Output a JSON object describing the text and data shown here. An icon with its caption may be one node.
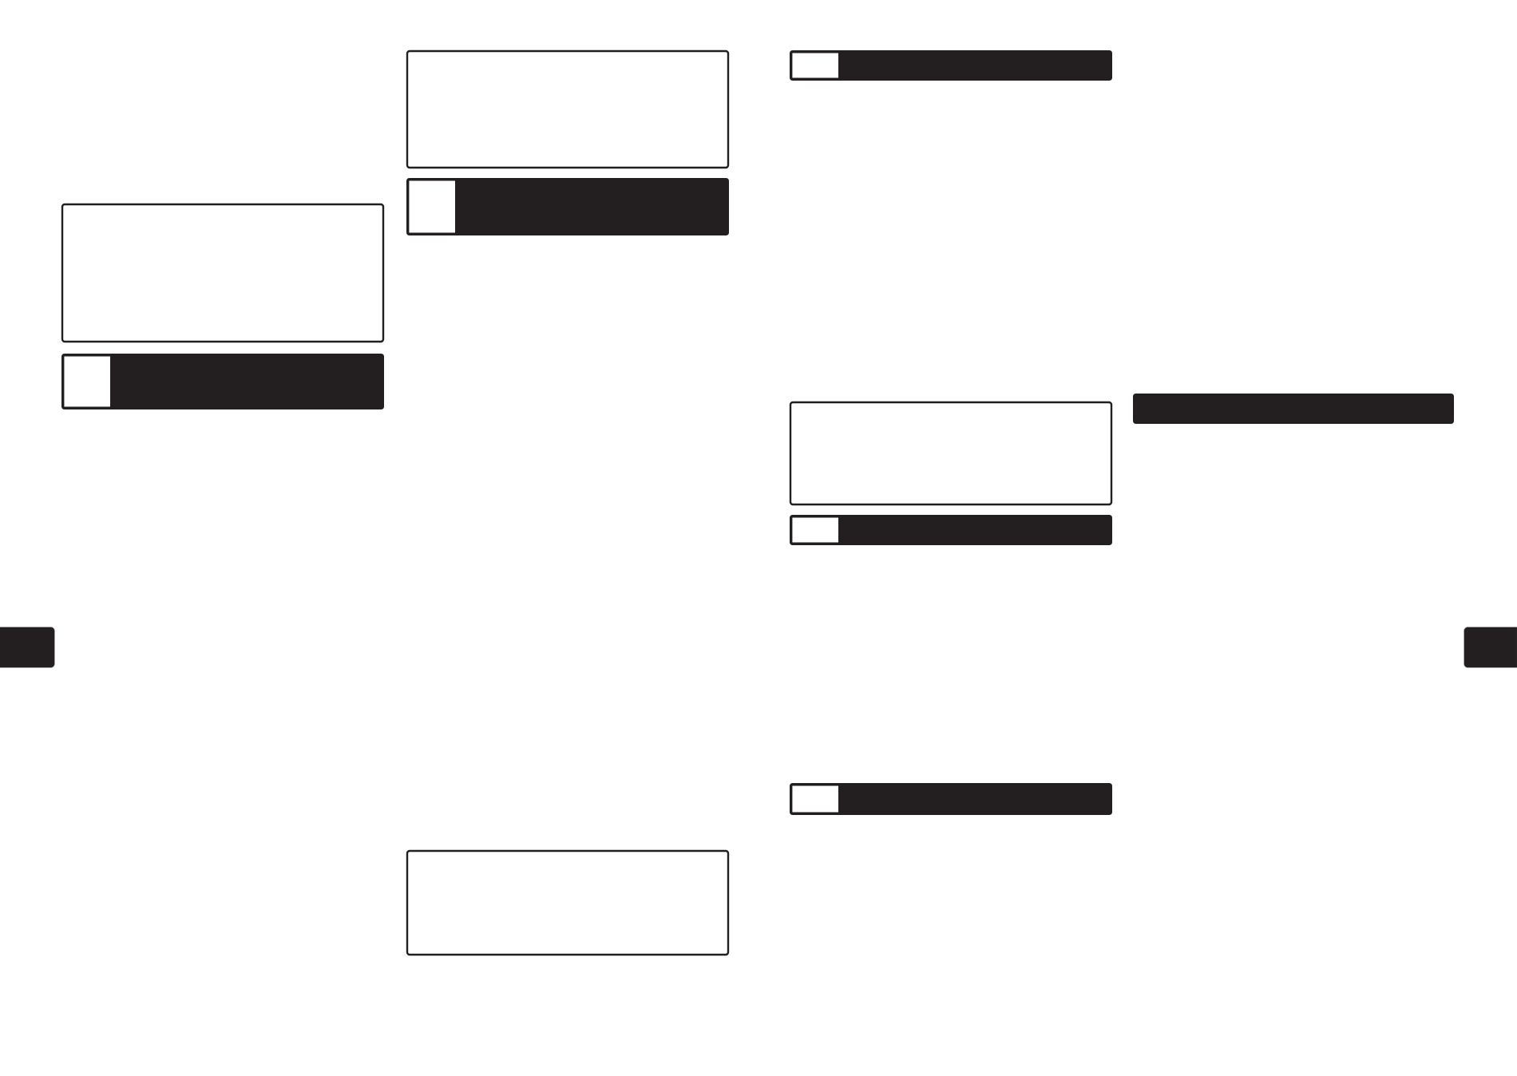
{
  "diagram": {
    "nodes": [
      {
        "text": [],
        "shape": "box"
      },
      {
        "text": [],
        "shape": "bar"
      },
      {
        "text": [],
        "shape": "tab"
      },
      {
        "text": [],
        "shape": "box"
      },
      {
        "text": [],
        "shape": "bar"
      },
      {
        "text": [],
        "shape": "box"
      },
      {
        "text": [],
        "shape": "bar"
      },
      {
        "text": [],
        "shape": "box"
      },
      {
        "text": [],
        "shape": "bar"
      },
      {
        "text": [],
        "shape": "bar"
      },
      {
        "text": [],
        "shape": "bar"
      },
      {
        "text": [],
        "shape": "tab"
      }
    ]
  }
}
